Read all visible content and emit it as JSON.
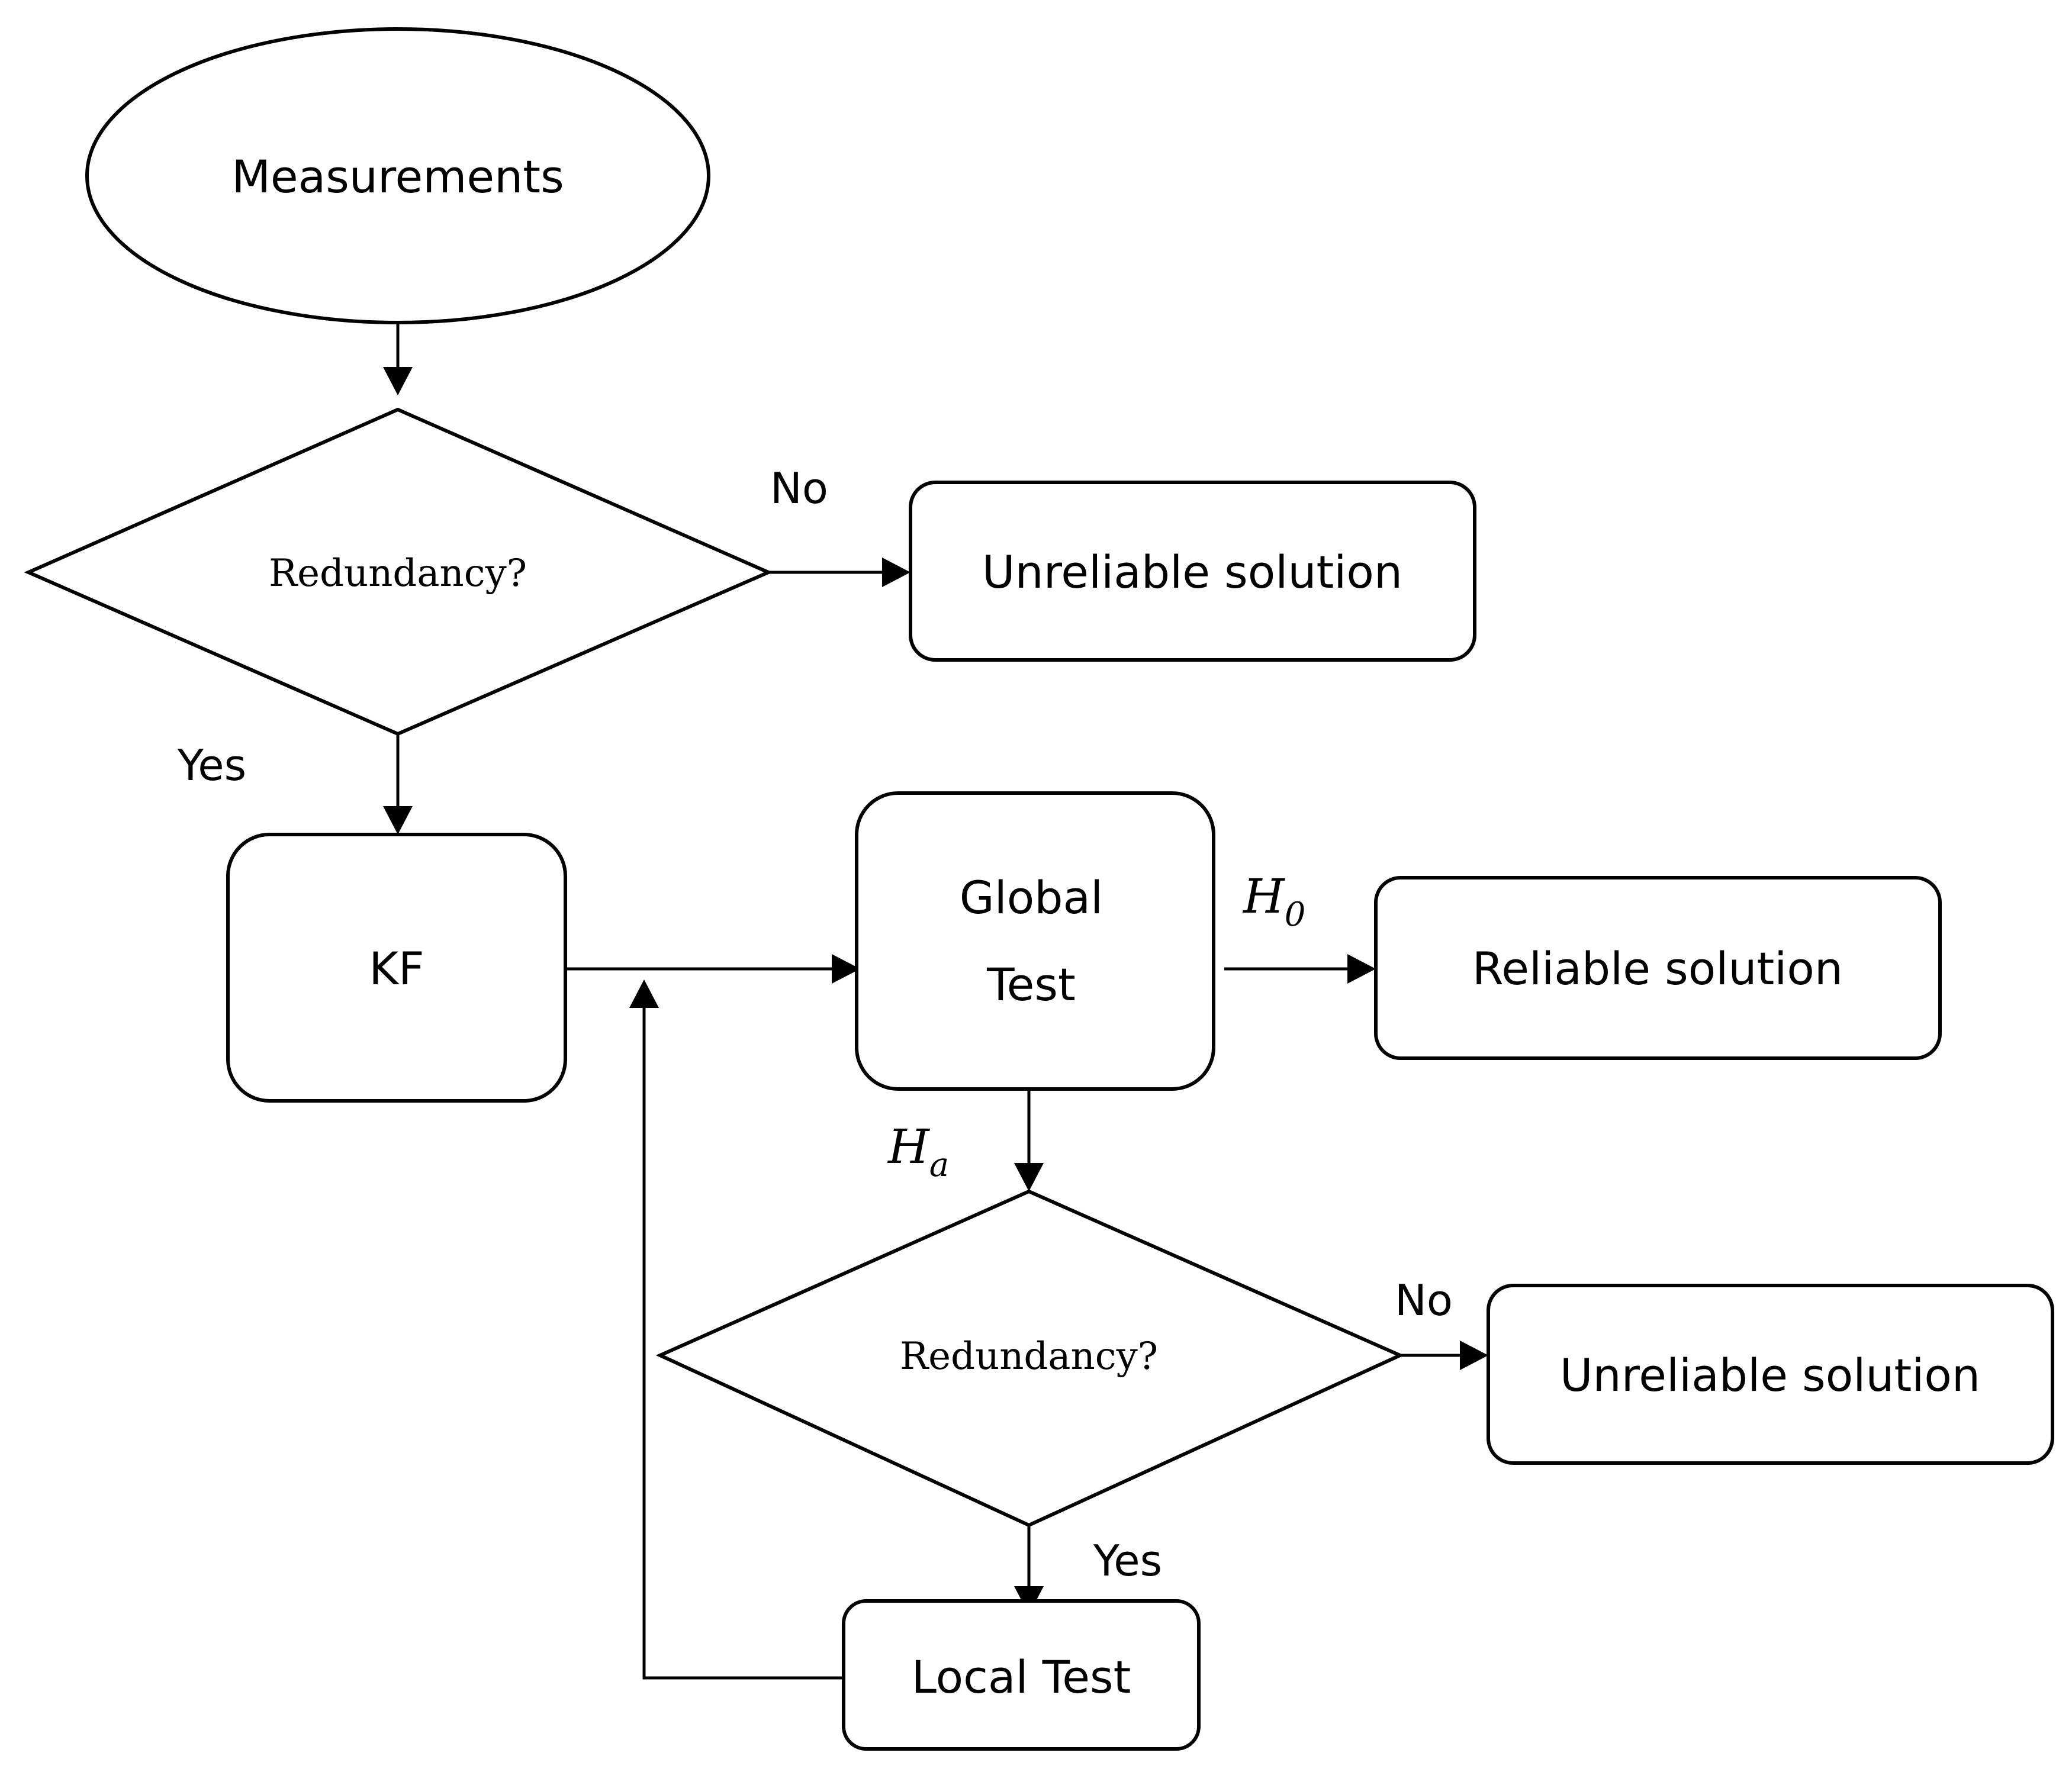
{
  "nodes": {
    "measurements": {
      "label": "Measurements"
    },
    "redundancy_1": {
      "label": "Redundancy?"
    },
    "unreliable_1": {
      "label": "Unreliable solution"
    },
    "kf": {
      "label": "KF"
    },
    "global_test": {
      "line1": "Global",
      "line2": "Test"
    },
    "reliable": {
      "label": "Reliable solution"
    },
    "redundancy_2": {
      "label": "Redundancy?"
    },
    "unreliable_2": {
      "label": "Unreliable solution"
    },
    "local_test": {
      "label": "Local Test"
    }
  },
  "edges": {
    "no_1": "No",
    "yes_1": "Yes",
    "h0": {
      "base": "H",
      "sub": "0"
    },
    "ha": {
      "base": "H",
      "sub": "a"
    },
    "no_2": "No",
    "yes_2": "Yes"
  }
}
